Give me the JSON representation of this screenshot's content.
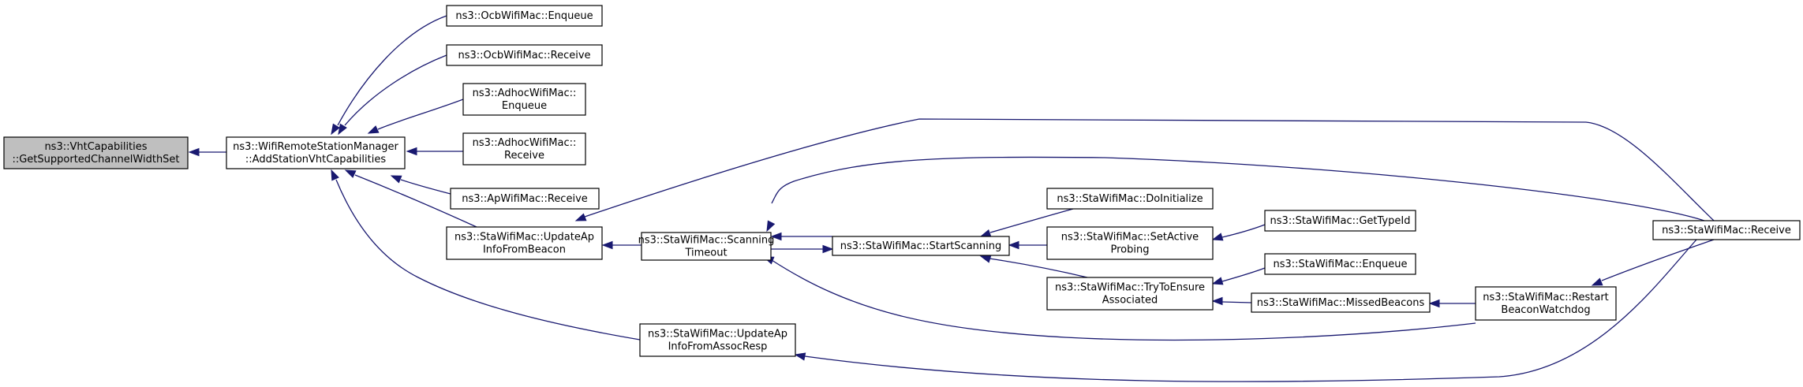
{
  "graph": {
    "colors": {
      "edge": "#191970",
      "root_fill": "#bfbfbf",
      "node_fill": "#ffffff",
      "border": "#000000"
    },
    "nodes": [
      {
        "id": "n0",
        "root": true,
        "lines": [
          "ns3::VhtCapabilities",
          "::GetSupportedChannelWidthSet"
        ]
      },
      {
        "id": "n1",
        "lines": [
          "ns3::WifiRemoteStationManager",
          "::AddStationVhtCapabilities"
        ]
      },
      {
        "id": "n2",
        "lines": [
          "ns3::OcbWifiMac::Enqueue"
        ]
      },
      {
        "id": "n3",
        "lines": [
          "ns3::OcbWifiMac::Receive"
        ]
      },
      {
        "id": "n4",
        "lines": [
          "ns3::AdhocWifiMac::",
          "Enqueue"
        ]
      },
      {
        "id": "n5",
        "lines": [
          "ns3::AdhocWifiMac::",
          "Receive"
        ]
      },
      {
        "id": "n6",
        "lines": [
          "ns3::ApWifiMac::Receive"
        ]
      },
      {
        "id": "n7",
        "lines": [
          "ns3::StaWifiMac::UpdateAp",
          "InfoFromBeacon"
        ]
      },
      {
        "id": "n8",
        "lines": [
          "ns3::StaWifiMac::UpdateAp",
          "InfoFromAssocResp"
        ]
      },
      {
        "id": "n9",
        "lines": [
          "ns3::StaWifiMac::Scanning",
          "Timeout"
        ]
      },
      {
        "id": "n10",
        "lines": [
          "ns3::StaWifiMac::StartScanning"
        ]
      },
      {
        "id": "n11",
        "lines": [
          "ns3::StaWifiMac::DoInitialize"
        ]
      },
      {
        "id": "n12",
        "lines": [
          "ns3::StaWifiMac::SetActive",
          "Probing"
        ]
      },
      {
        "id": "n13",
        "lines": [
          "ns3::StaWifiMac::TryToEnsure",
          "Associated"
        ]
      },
      {
        "id": "n14",
        "lines": [
          "ns3::StaWifiMac::GetTypeId"
        ]
      },
      {
        "id": "n15",
        "lines": [
          "ns3::StaWifiMac::Enqueue"
        ]
      },
      {
        "id": "n16",
        "lines": [
          "ns3::StaWifiMac::MissedBeacons"
        ]
      },
      {
        "id": "n17",
        "lines": [
          "ns3::StaWifiMac::Restart",
          "BeaconWatchdog"
        ]
      },
      {
        "id": "n18",
        "lines": [
          "ns3::StaWifiMac::Receive"
        ]
      }
    ],
    "edges": [
      {
        "from": "n1",
        "to": "n0"
      },
      {
        "from": "n2",
        "to": "n1"
      },
      {
        "from": "n3",
        "to": "n1"
      },
      {
        "from": "n4",
        "to": "n1"
      },
      {
        "from": "n5",
        "to": "n1"
      },
      {
        "from": "n6",
        "to": "n1"
      },
      {
        "from": "n7",
        "to": "n1"
      },
      {
        "from": "n8",
        "to": "n1"
      },
      {
        "from": "n18",
        "to": "n7"
      },
      {
        "from": "n9",
        "to": "n7"
      },
      {
        "from": "n18",
        "to": "n9"
      },
      {
        "from": "n10",
        "to": "n9"
      },
      {
        "from": "n9",
        "to": "n10"
      },
      {
        "from": "n17",
        "to": "n9"
      },
      {
        "from": "n11",
        "to": "n10"
      },
      {
        "from": "n12",
        "to": "n10"
      },
      {
        "from": "n13",
        "to": "n10"
      },
      {
        "from": "n14",
        "to": "n12"
      },
      {
        "from": "n15",
        "to": "n13"
      },
      {
        "from": "n16",
        "to": "n13"
      },
      {
        "from": "n17",
        "to": "n16"
      },
      {
        "from": "n18",
        "to": "n17"
      },
      {
        "from": "n18",
        "to": "n8"
      }
    ]
  }
}
